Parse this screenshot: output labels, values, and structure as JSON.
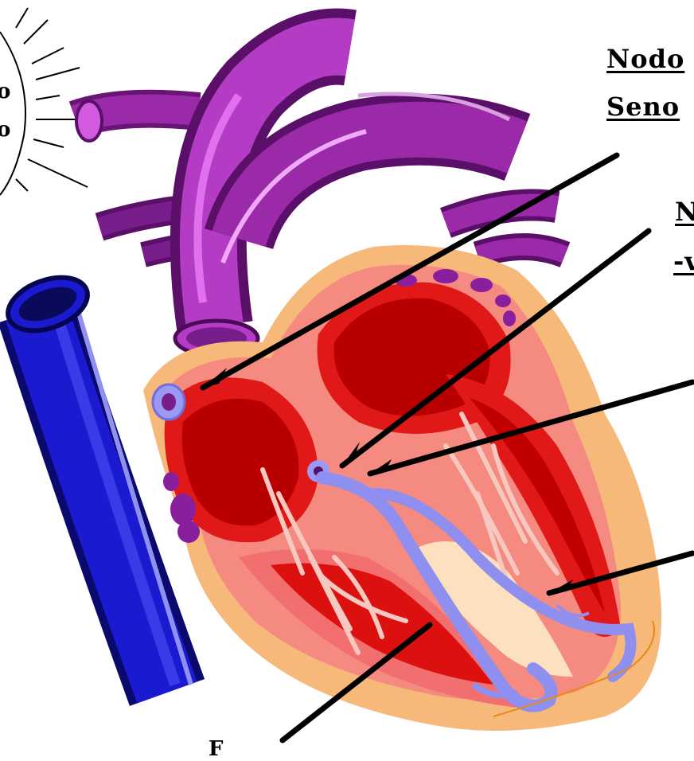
{
  "labels": {
    "nodo_seno_line1": "Nodo",
    "nodo_seno_line2": "Seno",
    "label_fragment_right_1": "N",
    "label_fragment_right_2": "-v",
    "label_fragment_left_1": "o",
    "label_fragment_left_2": "o",
    "label_fragment_bottom": "F"
  },
  "colors": {
    "vena_cava": "#1a1aa8",
    "aorta_pulmonary": "#8a1f9e",
    "myocardium_outer": "#f6b97a",
    "myocardium_mid": "#f08a7e",
    "chamber_red": "#cc0000",
    "conduction_system": "#8f8ff0",
    "pointer_lines": "#000000"
  }
}
